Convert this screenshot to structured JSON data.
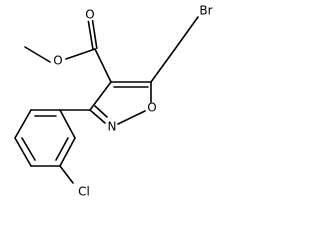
{
  "molecule": {
    "atom_labels": {
      "carbonyl_oxygen": "O",
      "ester_oxygen": "O",
      "ring_oxygen": "O",
      "ring_nitrogen": "N",
      "bromine": "Br",
      "chlorine": "Cl"
    }
  }
}
